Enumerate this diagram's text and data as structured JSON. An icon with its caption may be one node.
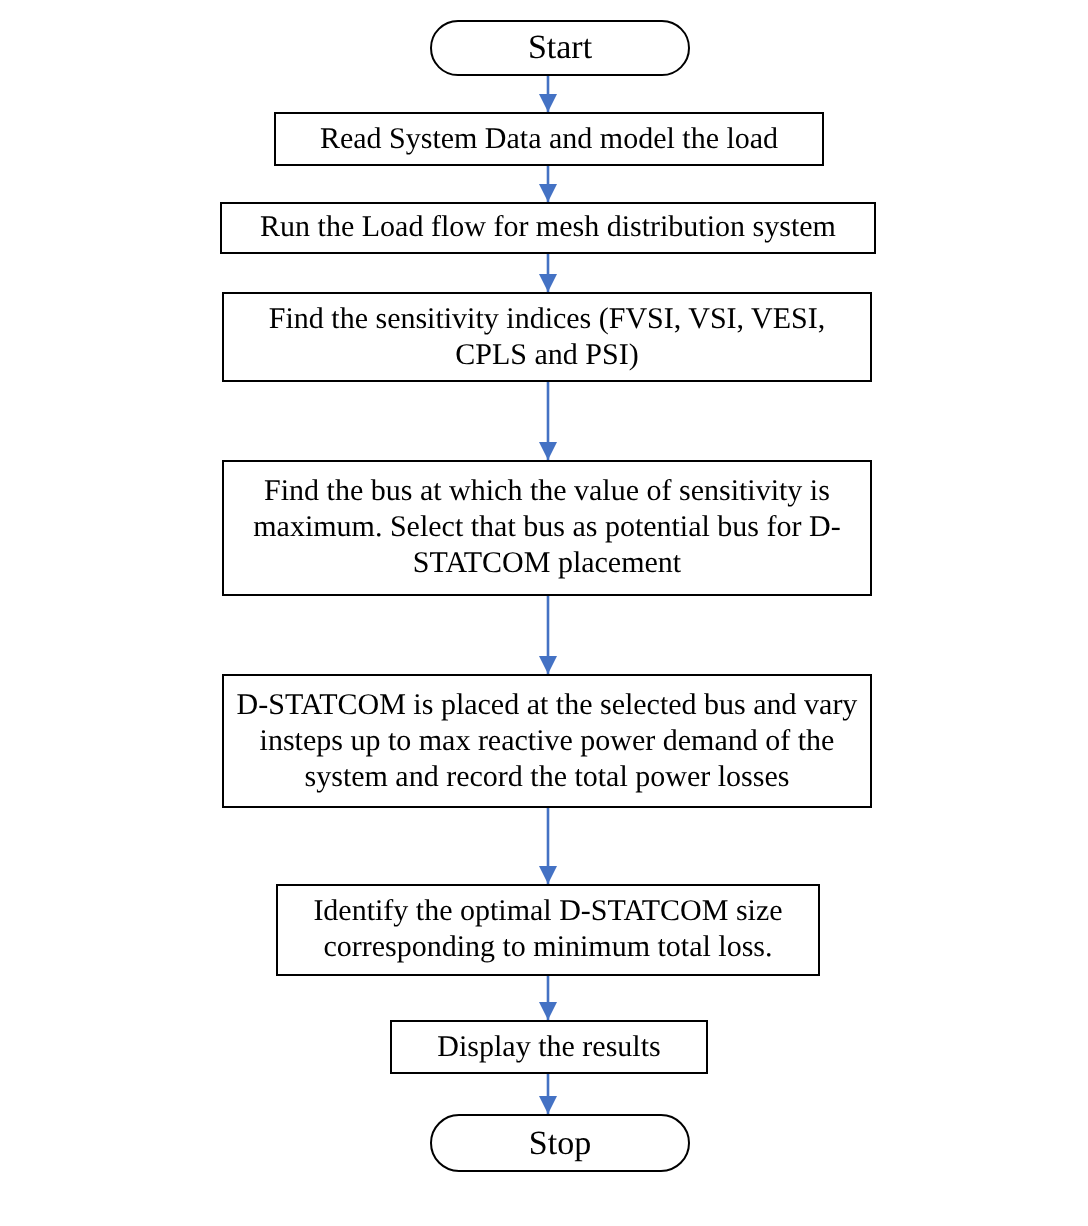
{
  "diagram": {
    "nodes": [
      {
        "text": [
          "Start"
        ]
      },
      {
        "text": [
          "Read System Data and model the load"
        ]
      },
      {
        "text": [
          "Run the Load flow for mesh distribution system"
        ]
      },
      {
        "text": [
          "Find the sensitivity indices (FVSI, VSI, VESI, CPLS and PSI)"
        ]
      },
      {
        "text": [
          "Find the bus at which the value of sensitivity is maximum. Select that bus as potential bus for D-STATCOM placement"
        ]
      },
      {
        "text": [
          "D-STATCOM is placed at the selected bus and vary insteps up to max reactive power demand of the system and record the total power losses"
        ]
      },
      {
        "text": [
          "Identify the optimal D-STATCOM size corresponding to minimum total loss."
        ]
      },
      {
        "text": [
          "Display the results"
        ]
      },
      {
        "text": [
          "Stop"
        ]
      }
    ],
    "edges": [
      {
        "from": 0,
        "to": 1,
        "arrow": "to"
      },
      {
        "from": 1,
        "to": 2,
        "arrow": "to"
      },
      {
        "from": 2,
        "to": 3,
        "arrow": "to"
      },
      {
        "from": 3,
        "to": 4,
        "arrow": "to"
      },
      {
        "from": 4,
        "to": 5,
        "arrow": "to"
      },
      {
        "from": 5,
        "to": 6,
        "arrow": "to"
      },
      {
        "from": 6,
        "to": 7,
        "arrow": "to"
      },
      {
        "from": 7,
        "to": 8,
        "arrow": "to"
      }
    ]
  }
}
